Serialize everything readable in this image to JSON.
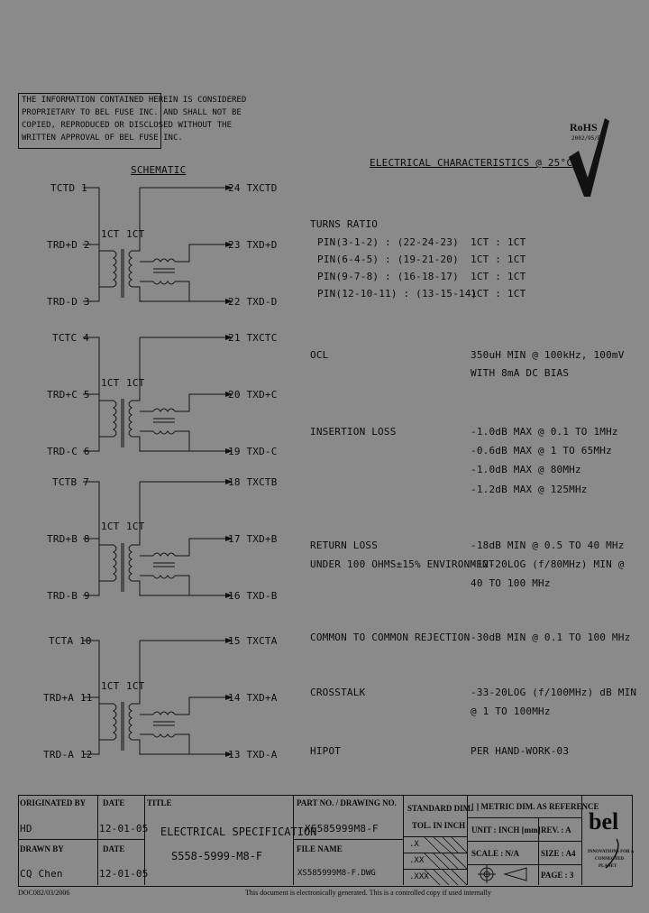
{
  "notice": {
    "lines": [
      "THE INFORMATION CONTAINED HEREIN IS CONSIDERED",
      "PROPRIETARY TO BEL FUSE INC. AND SHALL NOT BE",
      "COPIED, REPRODUCED OR DISCLOSED WITHOUT THE",
      "WRITTEN APPROVAL OF BEL FUSE INC."
    ]
  },
  "rohs": {
    "label": "RoHS",
    "sub": "2002/95/EC"
  },
  "schematic_title": "SCHEMATIC",
  "channels": [
    {
      "left": [
        "TCTD 1",
        "TRD+D 2",
        "TRD-D 3"
      ],
      "right": [
        "24 TXCTD",
        "23 TXD+D",
        "22 TXD-D"
      ],
      "ratio": [
        "1CT",
        "1CT"
      ]
    },
    {
      "left": [
        "TCTC 4",
        "TRD+C 5",
        "TRD-C 6"
      ],
      "right": [
        "21 TXCTC",
        "20 TXD+C",
        "19 TXD-C"
      ],
      "ratio": [
        "1CT",
        "1CT"
      ]
    },
    {
      "left": [
        "TCTB 7",
        "TRD+B 8",
        "TRD-B 9"
      ],
      "right": [
        "18 TXCTB",
        "17 TXD+B",
        "16 TXD-B"
      ],
      "ratio": [
        "1CT",
        "1CT"
      ]
    },
    {
      "left": [
        "TCTA 10",
        "TRD+A 11",
        "TRD-A 12"
      ],
      "right": [
        "15 TXCTA",
        "14 TXD+A",
        "13 TXD-A"
      ],
      "ratio": [
        "1CT",
        "1CT"
      ]
    }
  ],
  "spec": {
    "title": "ELECTRICAL CHARACTERISTICS @ 25°C",
    "turns": {
      "label": "TURNS RATIO",
      "rows": [
        {
          "pins": "PIN(3-1-2) : (22-24-23)",
          "val": "1CT : 1CT"
        },
        {
          "pins": "PIN(6-4-5) : (19-21-20)",
          "val": "1CT : 1CT"
        },
        {
          "pins": "PIN(9-7-8) : (16-18-17)",
          "val": "1CT : 1CT"
        },
        {
          "pins": "PIN(12-10-11) : (13-15-14)",
          "val": "1CT : 1CT"
        }
      ]
    },
    "ocl": {
      "label": "OCL",
      "lines": [
        "350uH MIN @ 100kHz, 100mV",
        "WITH 8mA DC BIAS"
      ]
    },
    "insertion": {
      "label": "INSERTION LOSS",
      "lines": [
        "-1.0dB MAX @ 0.1 TO 1MHz",
        "-0.6dB MAX @ 1 TO 65MHz",
        "-1.0dB MAX @ 80MHz",
        "-1.2dB MAX @ 125MHz"
      ]
    },
    "return": {
      "label1": "RETURN LOSS",
      "label2": "UNDER 100 OHMS±15% ENVIRONMENT",
      "lines": [
        "-18dB MIN @ 0.5 TO 40 MHz",
        "-12-20LOG (f/80MHz) MIN @",
        "40 TO 100 MHz"
      ]
    },
    "common": {
      "label": "COMMON TO COMMON REJECTION",
      "lines": [
        "-30dB MIN @ 0.1 TO 100 MHz"
      ]
    },
    "crosstalk": {
      "label": "CROSSTALK",
      "lines": [
        "-33-20LOG (f/100MHz) dB MIN",
        "@ 1 TO 100MHz"
      ]
    },
    "hipot": {
      "label": "HIPOT",
      "lines": [
        "PER HAND-WORK-03"
      ]
    }
  },
  "titleblock": {
    "originated_by_h": "ORIGINATED BY",
    "originated_by": "HD",
    "date_h": "DATE",
    "date1": "12-01-05",
    "drawn_by_h": "DRAWN BY",
    "drawn_by": "CQ Chen",
    "date2": "12-01-05",
    "title_h": "TITLE",
    "title1": "ELECTRICAL SPECIFICATION",
    "title2": "S558-5999-M8-F",
    "part_h": "PART NO. / DRAWING NO.",
    "part": "XS585999M8-F",
    "file_h": "FILE NAME",
    "file": "XS585999M8-F.DWG",
    "std_h1": "STANDARD DIM.",
    "std_h2": "TOL. IN INCH",
    "tol1": ".X",
    "tol2": ".XX",
    "tol3": ".XXX",
    "metric": "[ ] METRIC DIM. AS REFERENCE",
    "unit": "UNIT : INCH [mm]",
    "rev": "REV. : A",
    "scale": "SCALE : N/A",
    "size": "SIZE : A4",
    "page": "PAGE : 3",
    "logo": "bel",
    "tagline1": "INNOVATIONS FOR A",
    "tagline2": "CONNECTED",
    "tagline3": "PLANET"
  },
  "footer": {
    "left": "DOC082/03/2006",
    "center": "This document is electronically generated. This is a controlled copy if used internally"
  }
}
